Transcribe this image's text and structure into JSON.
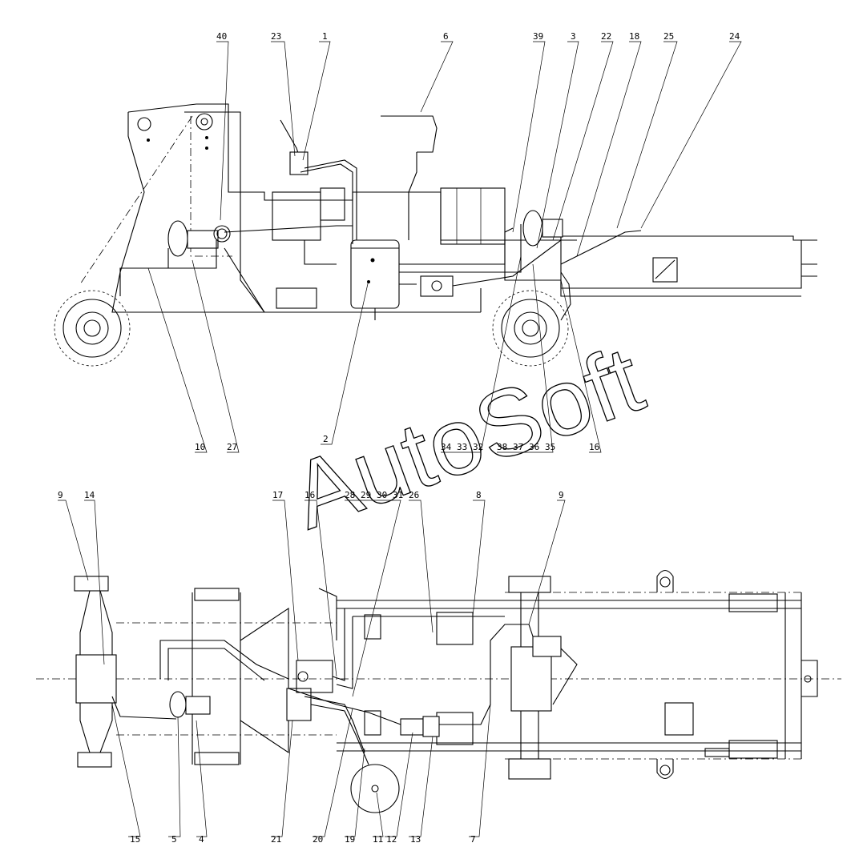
{
  "watermark": "AutoSoft",
  "top_view": {
    "callouts_above": [
      {
        "label": "40"
      },
      {
        "label": "23"
      },
      {
        "label": "1"
      },
      {
        "label": "6"
      },
      {
        "label": "39"
      },
      {
        "label": "3"
      },
      {
        "label": "22"
      },
      {
        "label": "18"
      },
      {
        "label": "25"
      },
      {
        "label": "24"
      }
    ],
    "callouts_below": [
      {
        "label": "10"
      },
      {
        "label": "27"
      },
      {
        "label": "2"
      },
      {
        "label": "34"
      },
      {
        "label": "33"
      },
      {
        "label": "32"
      },
      {
        "label": "38"
      },
      {
        "label": "37"
      },
      {
        "label": "36"
      },
      {
        "label": "35"
      },
      {
        "label": "16"
      }
    ]
  },
  "bottom_view": {
    "callouts_above": [
      {
        "label": "9"
      },
      {
        "label": "14"
      },
      {
        "label": "17"
      },
      {
        "label": "16"
      },
      {
        "label": "28"
      },
      {
        "label": "29"
      },
      {
        "label": "30"
      },
      {
        "label": "31"
      },
      {
        "label": "26"
      },
      {
        "label": "8"
      },
      {
        "label": "9"
      }
    ],
    "callouts_below": [
      {
        "label": "15"
      },
      {
        "label": "5"
      },
      {
        "label": "4"
      },
      {
        "label": "21"
      },
      {
        "label": "20"
      },
      {
        "label": "19"
      },
      {
        "label": "11"
      },
      {
        "label": "12"
      },
      {
        "label": "13"
      },
      {
        "label": "7"
      }
    ]
  }
}
